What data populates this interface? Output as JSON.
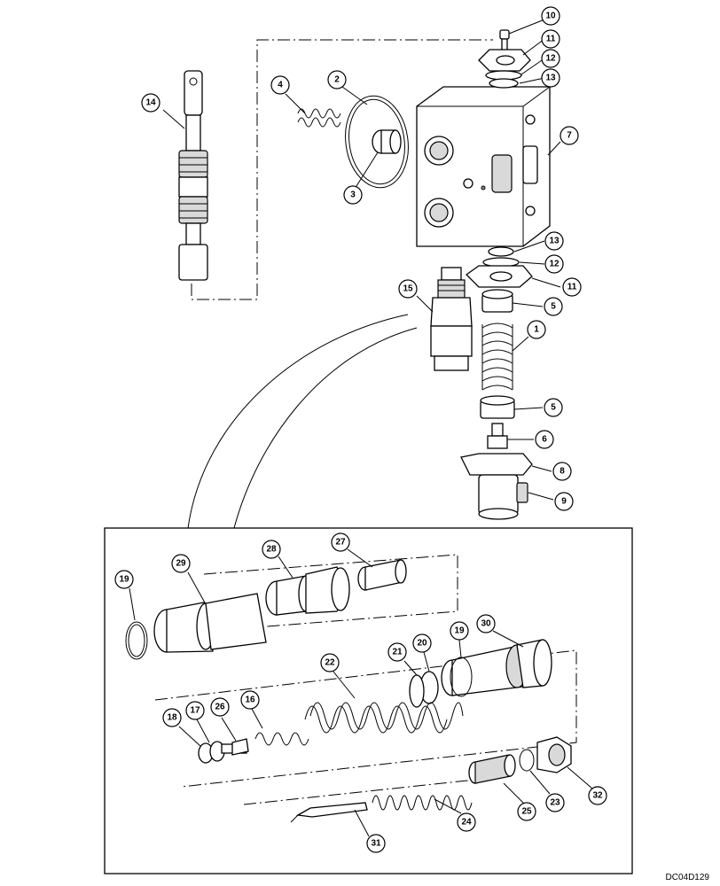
{
  "drawing_code": "DC04D129",
  "callouts": [
    {
      "id": "c10",
      "label": "10"
    },
    {
      "id": "c11a",
      "label": "11"
    },
    {
      "id": "c12a",
      "label": "12"
    },
    {
      "id": "c13a",
      "label": "13"
    },
    {
      "id": "c7",
      "label": "7"
    },
    {
      "id": "c4",
      "label": "4"
    },
    {
      "id": "c2",
      "label": "2"
    },
    {
      "id": "c3",
      "label": "3"
    },
    {
      "id": "c14",
      "label": "14"
    },
    {
      "id": "c13b",
      "label": "13"
    },
    {
      "id": "c12b",
      "label": "12"
    },
    {
      "id": "c11b",
      "label": "11"
    },
    {
      "id": "c15",
      "label": "15"
    },
    {
      "id": "c5a",
      "label": "5"
    },
    {
      "id": "c1",
      "label": "1"
    },
    {
      "id": "c5b",
      "label": "5"
    },
    {
      "id": "c6",
      "label": "6"
    },
    {
      "id": "c8",
      "label": "8"
    },
    {
      "id": "c9",
      "label": "9"
    },
    {
      "id": "c27",
      "label": "27"
    },
    {
      "id": "c28",
      "label": "28"
    },
    {
      "id": "c29",
      "label": "29"
    },
    {
      "id": "c19a",
      "label": "19"
    },
    {
      "id": "c30",
      "label": "30"
    },
    {
      "id": "c19b",
      "label": "19"
    },
    {
      "id": "c20",
      "label": "20"
    },
    {
      "id": "c21",
      "label": "21"
    },
    {
      "id": "c22",
      "label": "22"
    },
    {
      "id": "c16",
      "label": "16"
    },
    {
      "id": "c26",
      "label": "26"
    },
    {
      "id": "c17",
      "label": "17"
    },
    {
      "id": "c18",
      "label": "18"
    },
    {
      "id": "c32",
      "label": "32"
    },
    {
      "id": "c23",
      "label": "23"
    },
    {
      "id": "c25",
      "label": "25"
    },
    {
      "id": "c24",
      "label": "24"
    },
    {
      "id": "c31",
      "label": "31"
    }
  ]
}
